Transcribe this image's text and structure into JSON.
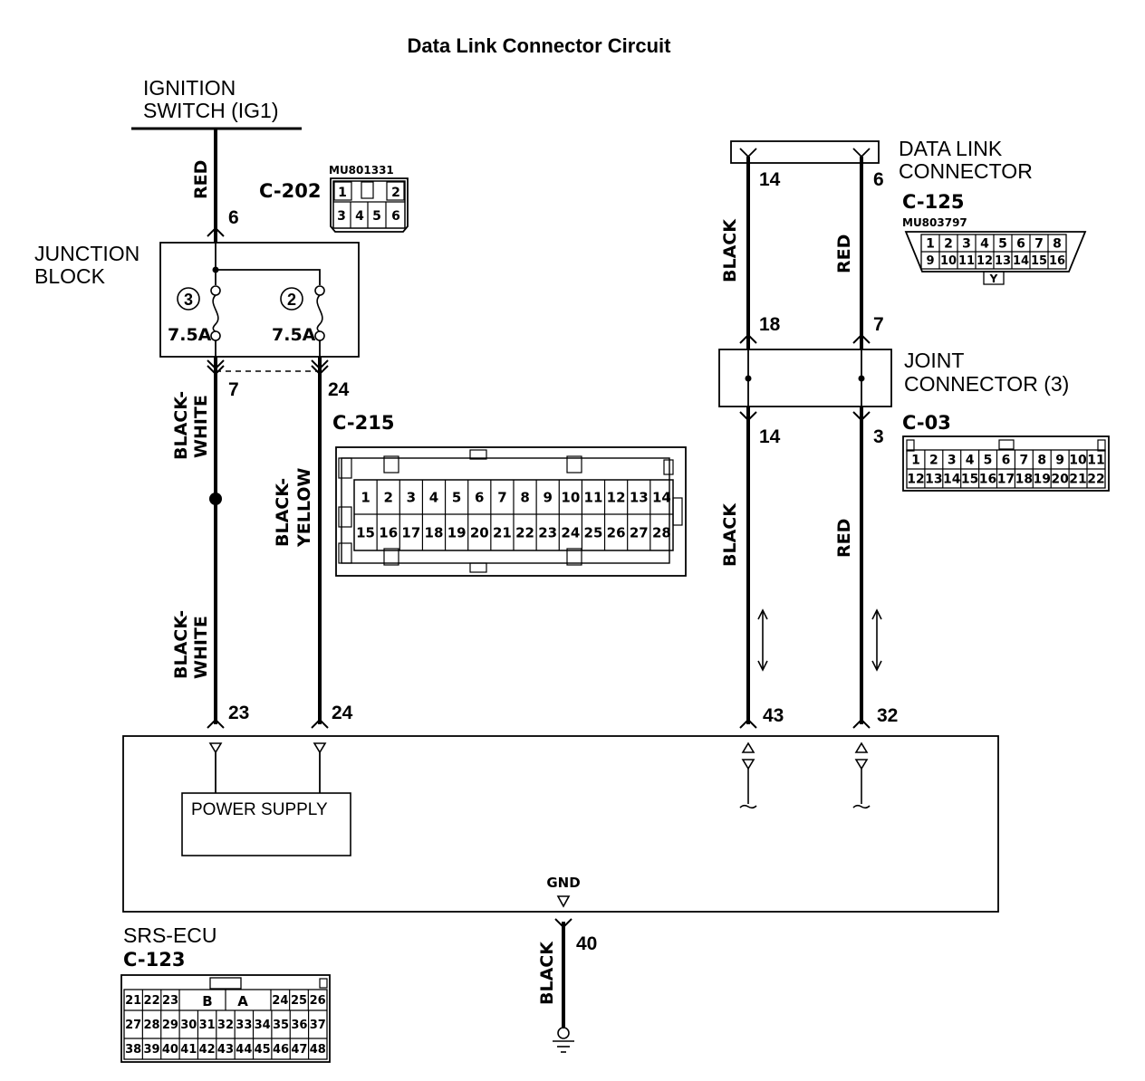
{
  "title": "Data Link Connector Circuit",
  "ignition": {
    "line1": "IGNITION",
    "line2": "SWITCH (IG1)"
  },
  "junction_block": {
    "line1": "JUNCTION",
    "line2": "BLOCK",
    "fuse_left_num": "3",
    "fuse_right_num": "2",
    "fuse_left_rating": "7.5A",
    "fuse_right_rating": "7.5A"
  },
  "connectors": {
    "c202": {
      "id": "C-202",
      "part": "MU801331",
      "top": [
        "1",
        "2"
      ],
      "bottom": [
        "3",
        "4",
        "5",
        "6"
      ]
    },
    "c215": {
      "id": "C-215",
      "row1": [
        "1",
        "2",
        "3",
        "4",
        "5",
        "6",
        "7",
        "8",
        "9",
        "10",
        "11",
        "12",
        "13",
        "14"
      ],
      "row2": [
        "15",
        "16",
        "17",
        "18",
        "19",
        "20",
        "21",
        "22",
        "23",
        "24",
        "25",
        "26",
        "27",
        "28"
      ]
    },
    "c125": {
      "id": "C-125",
      "part": "MU803797",
      "row1": [
        "1",
        "2",
        "3",
        "4",
        "5",
        "6",
        "7",
        "8"
      ],
      "row2": [
        "9",
        "10",
        "11",
        "12",
        "13",
        "14",
        "15",
        "16"
      ],
      "key": "Y"
    },
    "c03": {
      "id": "C-03",
      "row1": [
        "1",
        "2",
        "3",
        "4",
        "5",
        "6",
        "7",
        "8",
        "9",
        "10",
        "11"
      ],
      "row2": [
        "12",
        "13",
        "14",
        "15",
        "16",
        "17",
        "18",
        "19",
        "20",
        "21",
        "22"
      ]
    },
    "c123": {
      "id": "C-123",
      "row1_left": [
        "21",
        "22",
        "23"
      ],
      "row1_mid": [
        "B",
        "A"
      ],
      "row1_right": [
        "24",
        "25",
        "26"
      ],
      "row2": [
        "27",
        "28",
        "29",
        "30",
        "31",
        "32",
        "33",
        "34",
        "35",
        "36",
        "37"
      ],
      "row3": [
        "38",
        "39",
        "40",
        "41",
        "42",
        "43",
        "44",
        "45",
        "46",
        "47",
        "48"
      ]
    }
  },
  "data_link_connector": {
    "line1": "DATA LINK",
    "line2": "CONNECTOR"
  },
  "joint_connector": {
    "line1": "JOINT",
    "line2": "CONNECTOR (3)"
  },
  "pins": {
    "ign_pin": "6",
    "jb_left_out": "7",
    "jb_right_out": "24",
    "ecu_left": "23",
    "ecu_mid": "24",
    "ecu_dl1": "43",
    "ecu_dl2": "32",
    "dlc_left": "14",
    "dlc_right": "6",
    "jc_in_left": "18",
    "jc_in_right": "7",
    "jc_out_left": "14",
    "jc_out_right": "3",
    "gnd_pin": "40"
  },
  "wires": {
    "red_top": "RED",
    "bw1_a": "BLACK-",
    "bw1_b": "WHITE",
    "bw2_a": "BLACK-",
    "bw2_b": "WHITE",
    "by_a": "BLACK-",
    "by_b": "YELLOW",
    "black_dl_top": "BLACK",
    "red_dl_top": "RED",
    "black_dl_bot": "BLACK",
    "red_dl_bot": "RED",
    "gnd_black": "BLACK"
  },
  "ecu": {
    "power_supply": "POWER SUPPLY",
    "gnd": "GND",
    "name": "SRS-ECU"
  }
}
